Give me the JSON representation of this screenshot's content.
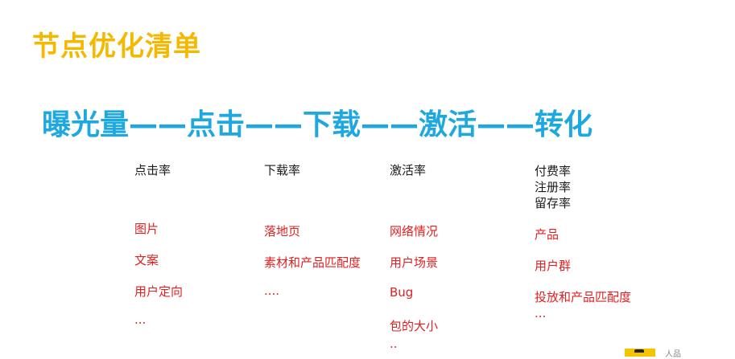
{
  "title": "节点优化清单",
  "flow": "曝光量——点击——下载——激活——转化",
  "columns": [
    {
      "metrics": [
        "点击率"
      ],
      "factors": [
        "图片",
        "文案",
        "用户定向",
        "..."
      ]
    },
    {
      "metrics": [
        "下载率"
      ],
      "factors": [
        "落地页",
        "素材和产品匹配度",
        "...."
      ]
    },
    {
      "metrics": [
        "激活率"
      ],
      "factors": [
        "网络情况",
        "用户场景",
        "Bug",
        "包的大小",
        ".."
      ]
    },
    {
      "metrics": [
        "付费率",
        "注册率",
        "留存率"
      ],
      "factors": [
        "产品",
        "用户群",
        "投放和产品匹配度",
        "..."
      ]
    }
  ],
  "corner": {
    "text": "人品"
  }
}
